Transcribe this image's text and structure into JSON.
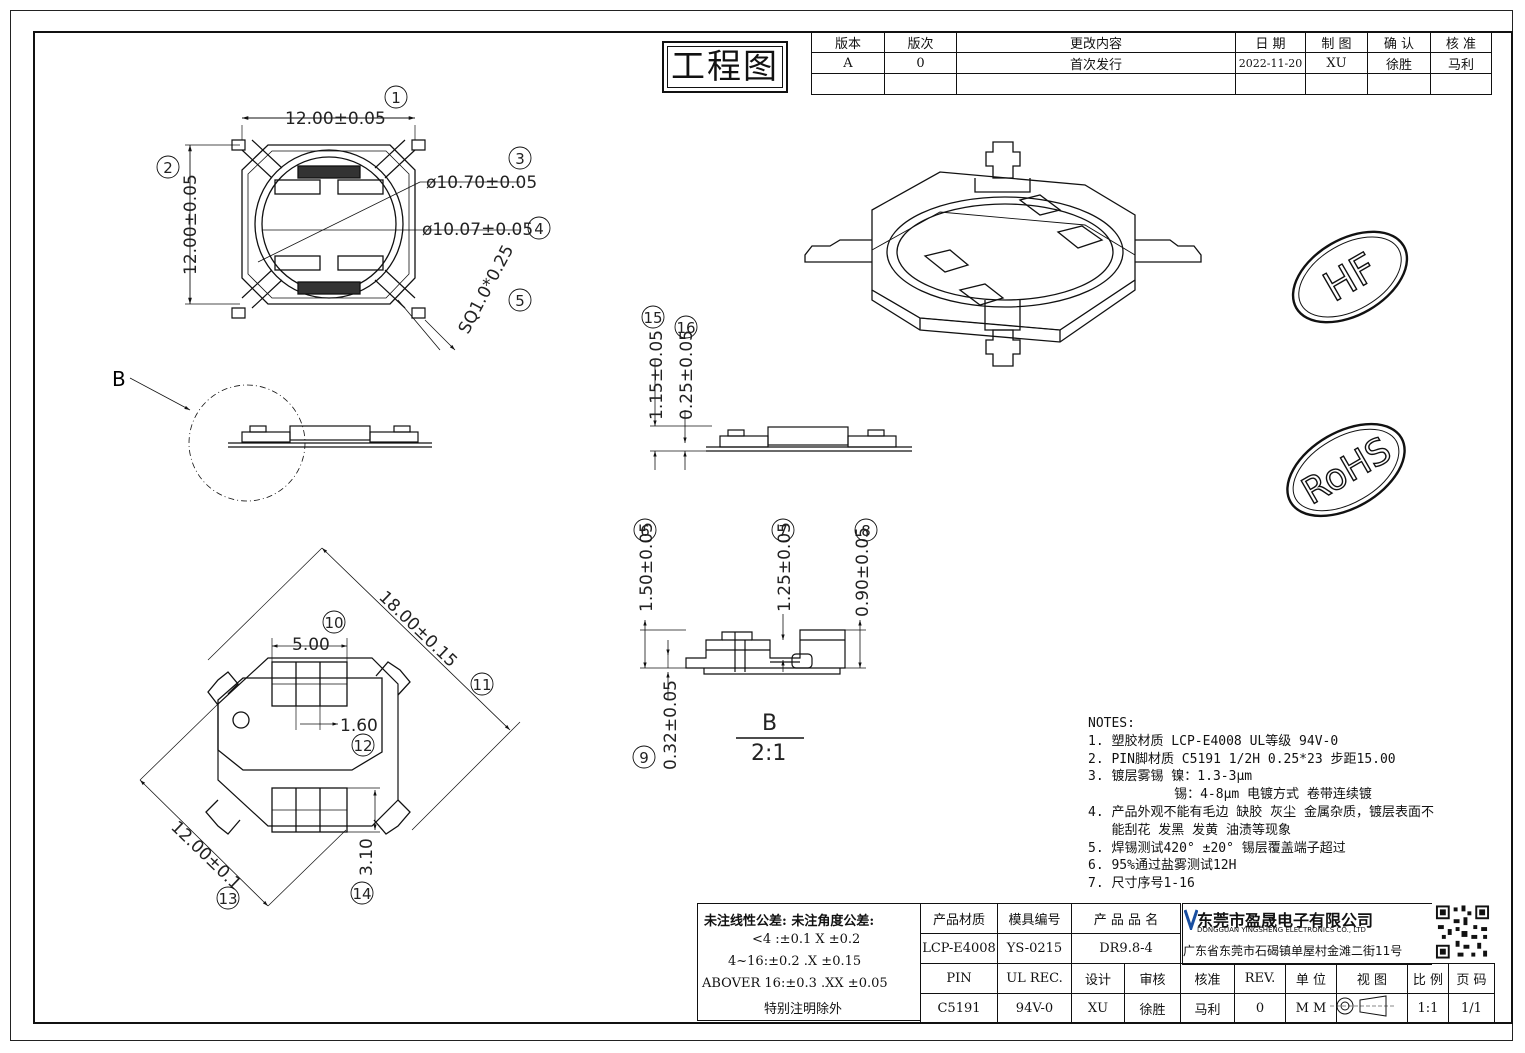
{
  "title_badge": "工程图",
  "revision": {
    "headers": [
      "版本",
      "版次",
      "更改内容",
      "日 期",
      "制 图",
      "确 认",
      "核 准"
    ],
    "rows": [
      [
        "A",
        "0",
        "首次发行",
        "2022-11-20",
        "XU",
        "徐胜",
        "马利"
      ]
    ]
  },
  "views": {
    "top": {
      "dims": [
        "12.00±0.05",
        "12.00±0.05",
        "ø10.70±0.05",
        "ø10.07±0.05",
        "SQ1.0*0.25"
      ],
      "balloons": [
        "1",
        "2",
        "3",
        "4",
        "5"
      ]
    },
    "detail_ref": "B",
    "side": {
      "dims": [
        "1.15±0.05",
        "0.25±0.05"
      ],
      "balloons": [
        "15",
        "16"
      ]
    },
    "detail_b": {
      "dims": [
        "1.50±0.05",
        "1.25±0.05",
        "0.90±0.05",
        "0.32±0.05"
      ],
      "balloons": [
        "6",
        "7",
        "8",
        "9"
      ],
      "label": "B",
      "scale": "2:1"
    },
    "bottom": {
      "dims": [
        "18.00±0.15",
        "5.00",
        "1.60",
        "12.00±0.1",
        "3.10"
      ],
      "balloons": [
        "10",
        "11",
        "12",
        "13",
        "14"
      ]
    }
  },
  "marks": {
    "hf": "HF",
    "rohs": "RoHS"
  },
  "notes": {
    "heading": "NOTES:",
    "lines": [
      "1. 塑胶材质 LCP-E4008 UL等级 94V-0",
      "2. PIN脚材质 C5191 1/2H 0.25*23 步距15.00",
      "3. 镀层雾锡 镍：1.3-3μm",
      "           锡：4-8μm 电镀方式 卷带连续镀",
      "4. 产品外观不能有毛边 缺胶 灰尘 金属杂质，镀层表面不",
      "   能刮花 发黑 发黄 油渍等现象",
      "5. 焊锡测试420° ±20° 锡层覆盖端子超过",
      "6. 95%通过盐雾测试12H",
      "7. 尺寸序号1-16"
    ]
  },
  "tolerance": {
    "heading": "未注线性公差:  未注角度公差:",
    "lines": [
      "<4 :±0.1  X ±0.2",
      "4~16:±0.2  .X ±0.15",
      "ABOVER 16:±0.3  .XX ±0.05",
      "特别注明除外"
    ]
  },
  "title_block": {
    "row1_labels": [
      "产品材质",
      "模具编号",
      "产 品 品 名"
    ],
    "row1_values": [
      "LCP-E4008",
      "YS-0215",
      "DR9.8-4"
    ],
    "row2_labels": [
      "PIN",
      "UL REC.",
      "设计",
      "审核",
      "核准",
      "REV.",
      "单 位",
      "视 图",
      "比 例",
      "页 码"
    ],
    "row2_values": [
      "C5191",
      "94V-0",
      "XU",
      "徐胜",
      "马利",
      "0",
      "M M",
      "",
      "1:1",
      "1/1"
    ]
  },
  "company": {
    "name_cn": "东莞市盈晟电子有限公司",
    "name_en": "DONGGUAN YINGSHENG ELECTRONICS CO., LTD",
    "address": "广东省东莞市石碣镇单屋村金滩二街11号"
  }
}
